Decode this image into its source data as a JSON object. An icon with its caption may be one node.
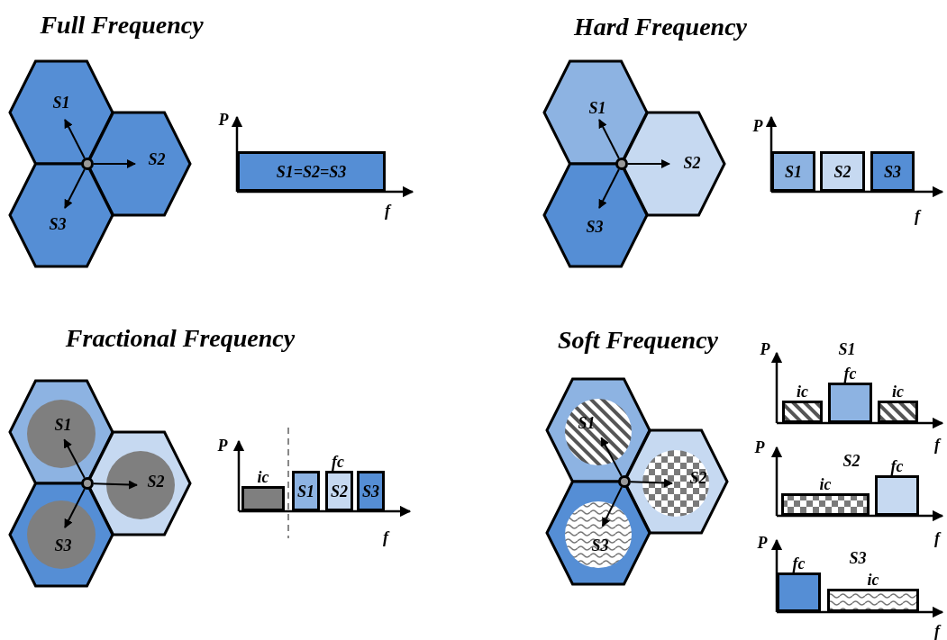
{
  "diagram": {
    "nodes": [
      {
        "text": [
          "S1"
        ]
      },
      {
        "text": [
          "S2"
        ]
      },
      {
        "text": [
          "S3"
        ]
      },
      {
        "text": [
          "S1=S2=S3"
        ]
      },
      {
        "text": [
          "S1"
        ]
      },
      {
        "text": [
          "S2"
        ]
      },
      {
        "text": [
          "S3"
        ]
      },
      {
        "text": [
          "S1"
        ]
      },
      {
        "text": [
          "S2"
        ]
      },
      {
        "text": [
          "S3"
        ]
      },
      {
        "text": [],
        "shape": "hexagon"
      },
      {
        "text": [
          "S1"
        ],
        "in": 10
      },
      {
        "text": [],
        "shape": "hexagon"
      },
      {
        "text": [
          "S2"
        ],
        "in": 12
      },
      {
        "text": [],
        "shape": "hexagon"
      },
      {
        "text": [
          "S3"
        ],
        "in": 14
      },
      {
        "text": [
          "ic"
        ]
      },
      {
        "text": [
          "S1"
        ]
      },
      {
        "text": [
          "S2"
        ]
      },
      {
        "text": [
          "S3"
        ]
      },
      {
        "text": [],
        "shape": "hexagon"
      },
      {
        "text": [
          "S1"
        ],
        "in": 20
      },
      {
        "text": [],
        "shape": "hexagon"
      },
      {
        "text": [
          "S2"
        ],
        "in": 22
      },
      {
        "text": [],
        "shape": "hexagon"
      },
      {
        "text": [
          "S3"
        ],
        "in": 24
      },
      {
        "text": [
          "ic"
        ]
      },
      {
        "text": [
          "fc"
        ]
      },
      {
        "text": [
          "ic"
        ]
      },
      {
        "text": [
          "ic"
        ]
      },
      {
        "text": [
          "fc"
        ]
      },
      {
        "text": [
          "fc"
        ]
      },
      {
        "text": [
          "ic"
        ]
      },
      {
        "text": [],
        "shape": "circle"
      },
      {
        "text": [],
        "shape": "circle"
      },
      {
        "text": [],
        "shape": "circle"
      },
      {
        "text": [],
        "shape": "circle"
      }
    ],
    "edges": [
      {
        "from": 33,
        "to": 0,
        "arrow": "to"
      },
      {
        "from": 33,
        "to": 1,
        "arrow": "to"
      },
      {
        "from": 33,
        "to": 2,
        "arrow": "to"
      },
      {
        "from": 34,
        "to": 4,
        "arrow": "to"
      },
      {
        "from": 34,
        "to": 5,
        "arrow": "to"
      },
      {
        "from": 34,
        "to": 6,
        "arrow": "to"
      },
      {
        "from": 35,
        "to": 11,
        "arrow": "to"
      },
      {
        "from": 35,
        "to": 13,
        "arrow": "to"
      },
      {
        "from": 35,
        "to": 15,
        "arrow": "to"
      },
      {
        "from": 36,
        "to": 21,
        "arrow": "to"
      },
      {
        "from": 36,
        "to": 23,
        "arrow": "to"
      },
      {
        "from": 36,
        "to": 25,
        "arrow": "to"
      }
    ],
    "labels": [
      "Full Frequency",
      "P",
      "f",
      "Hard Frequency",
      "P",
      "f",
      "Fractional Frequency",
      "P",
      "fc",
      "f",
      "Soft Frequency",
      "P",
      "S1",
      "f",
      "P",
      "S2",
      "f",
      "P",
      "S3",
      "f"
    ]
  }
}
